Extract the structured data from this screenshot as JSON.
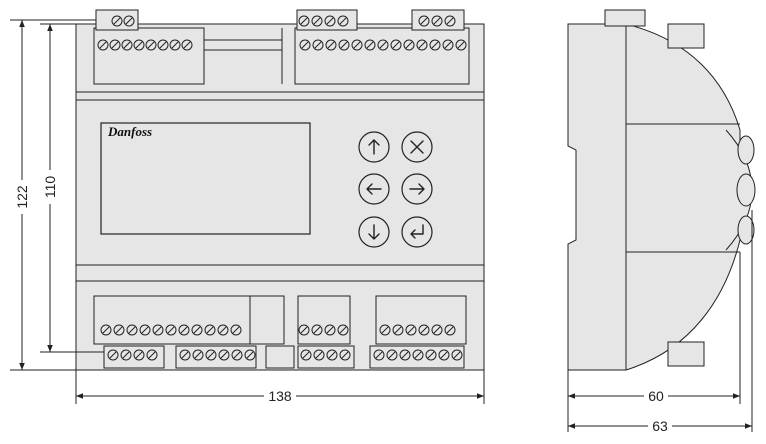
{
  "brand": {
    "logo_text": "Danfoss"
  },
  "dimensions": {
    "height_overall": "122",
    "height_body": "110",
    "width": "138",
    "depth_body": "60",
    "depth_overall": "63"
  },
  "colors": {
    "body": "#e6e6e6",
    "line": "#222222",
    "background": "#ffffff"
  },
  "keypad": [
    {
      "icon": "arrow-up-icon"
    },
    {
      "icon": "cancel-x-icon"
    },
    {
      "icon": "arrow-left-icon"
    },
    {
      "icon": "arrow-right-icon"
    },
    {
      "icon": "arrow-down-icon"
    },
    {
      "icon": "enter-icon"
    }
  ]
}
